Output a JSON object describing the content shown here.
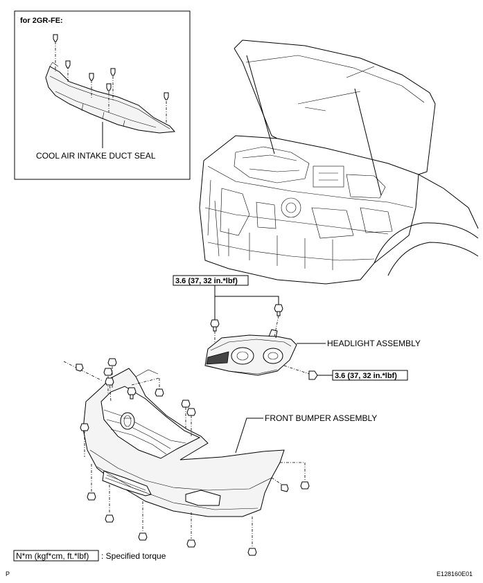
{
  "inset": {
    "title": "for 2GR-FE:"
  },
  "labels": {
    "cool_air_intake_duct_seal": "COOL AIR INTAKE DUCT SEAL",
    "headlight_assembly": "HEADLIGHT ASSEMBLY",
    "front_bumper_assembly": "FRONT BUMPER ASSEMBLY"
  },
  "torque": {
    "headlight_top": "3.6 (37, 32 in.*lbf)",
    "headlight_side": "3.6 (37, 32 in.*lbf)"
  },
  "legend": {
    "unit": "N*m (kgf*cm, ft.*lbf)",
    "description": ": Specified torque"
  },
  "footer": {
    "left_mark": "P",
    "figure_id": "E128160E01"
  }
}
